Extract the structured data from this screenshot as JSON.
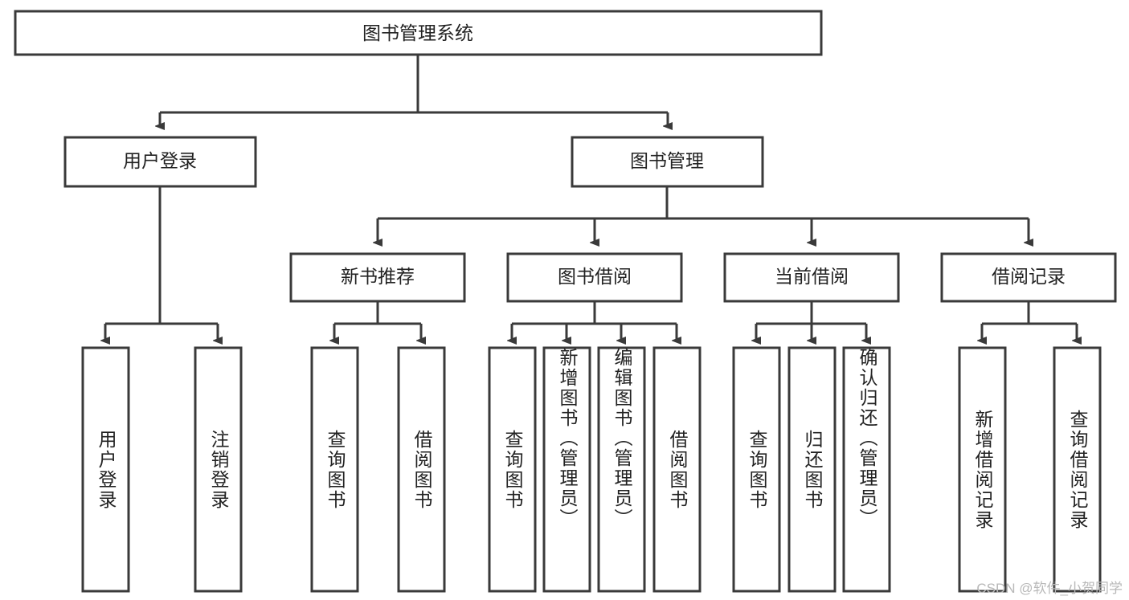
{
  "diagram": {
    "title": "图书管理系统",
    "type": "tree",
    "watermark": "CSDN @软件_小贺同学",
    "colors": {
      "stroke": "#3a3a3a",
      "box_fill": "#ffffff",
      "text": "#222222",
      "background": "#ffffff",
      "watermark": "#b8b8b8"
    },
    "root": {
      "id": "root",
      "label": "图书管理系统"
    },
    "level2": [
      {
        "id": "user-login",
        "label": "用户登录"
      },
      {
        "id": "book-manage",
        "label": "图书管理"
      }
    ],
    "level3": [
      {
        "id": "new-book-recommend",
        "label": "新书推荐",
        "parent": "book-manage"
      },
      {
        "id": "book-borrow",
        "label": "图书借阅",
        "parent": "book-manage"
      },
      {
        "id": "current-borrow",
        "label": "当前借阅",
        "parent": "book-manage"
      },
      {
        "id": "borrow-record",
        "label": "借阅记录",
        "parent": "book-manage"
      }
    ],
    "leaves": [
      {
        "id": "leaf-user-login",
        "label": "用户登录",
        "parent": "user-login"
      },
      {
        "id": "leaf-logout-login",
        "label": "注销登录",
        "parent": "user-login"
      },
      {
        "id": "leaf-query-book-1",
        "label": "查询图书",
        "parent": "new-book-recommend"
      },
      {
        "id": "leaf-borrow-book-1",
        "label": "借阅图书",
        "parent": "new-book-recommend"
      },
      {
        "id": "leaf-query-book-2",
        "label": "查询图书",
        "parent": "book-borrow"
      },
      {
        "id": "leaf-add-book",
        "label": "新增图书（管理员）",
        "parent": "book-borrow"
      },
      {
        "id": "leaf-edit-book",
        "label": "编辑图书（管理员）",
        "parent": "book-borrow"
      },
      {
        "id": "leaf-borrow-book-2",
        "label": "借阅图书",
        "parent": "book-borrow"
      },
      {
        "id": "leaf-query-book-3",
        "label": "查询图书",
        "parent": "current-borrow"
      },
      {
        "id": "leaf-return-book",
        "label": "归还图书",
        "parent": "current-borrow"
      },
      {
        "id": "leaf-confirm-return",
        "label": "确认归还（管理员）",
        "parent": "current-borrow"
      },
      {
        "id": "leaf-add-record",
        "label": "新增借阅记录",
        "parent": "borrow-record"
      },
      {
        "id": "leaf-query-record",
        "label": "查询借阅记录",
        "parent": "borrow-record"
      }
    ]
  }
}
